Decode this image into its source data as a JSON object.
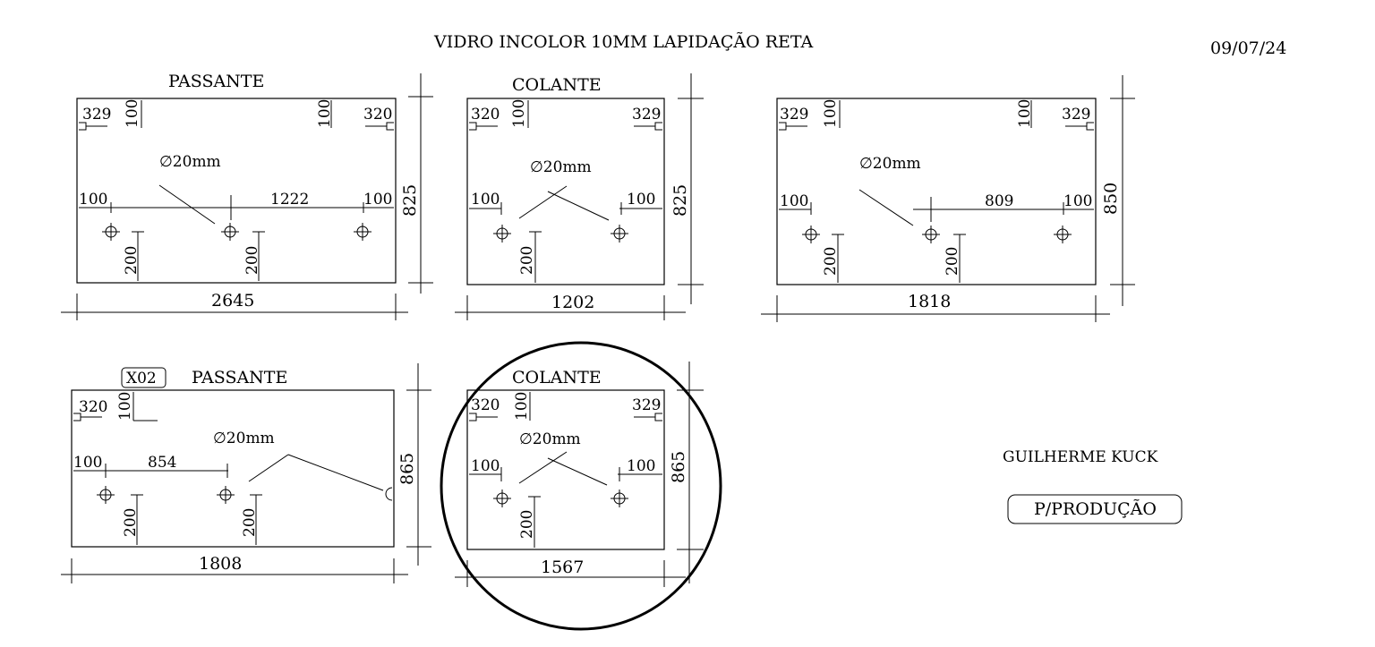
{
  "header": {
    "title": "VIDRO INCOLOR 10MM LAPIDAÇÃO RETA",
    "date": "09/07/24"
  },
  "footer": {
    "author": "GUILHERME KUCK",
    "status": "P/PRODUÇÃO"
  },
  "labels": {
    "hole": "∅20mm",
    "d100": "100",
    "d200": "200",
    "d320": "320",
    "d329": "329"
  },
  "panels": {
    "p1": {
      "title": "PASSANTE",
      "width": "2645",
      "height": "825",
      "hole_spacing": "1222"
    },
    "p2": {
      "title": "COLANTE",
      "width": "1202",
      "height": "825"
    },
    "p3": {
      "title": "",
      "width": "1818",
      "height": "850",
      "hole_spacing": "809"
    },
    "p4": {
      "badge": "X02",
      "title": "PASSANTE",
      "width": "1808",
      "height": "865",
      "hole_spacing": "854"
    },
    "p5": {
      "title": "COLANTE",
      "width": "1567",
      "height": "865"
    }
  }
}
